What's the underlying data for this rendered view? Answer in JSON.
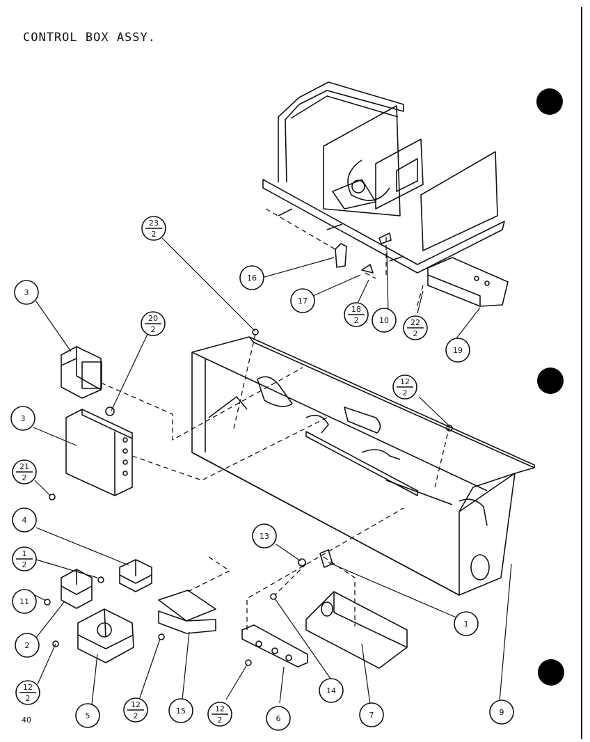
{
  "title": "CONTROL BOX ASSY.",
  "page_number": "40",
  "callouts": [
    {
      "id": "c-3a",
      "label": "3"
    },
    {
      "id": "c-20-2",
      "num": "20",
      "den": "2"
    },
    {
      "id": "c-3b",
      "label": "3"
    },
    {
      "id": "c-21-2",
      "num": "21",
      "den": "2"
    },
    {
      "id": "c-4",
      "label": "4"
    },
    {
      "id": "c-1-2",
      "num": "1",
      "den": "2"
    },
    {
      "id": "c-11",
      "label": "11"
    },
    {
      "id": "c-2",
      "label": "2"
    },
    {
      "id": "c-12-2a",
      "num": "12",
      "den": "2"
    },
    {
      "id": "c-5",
      "label": "5"
    },
    {
      "id": "c-12-2b",
      "num": "12",
      "den": "2"
    },
    {
      "id": "c-15",
      "label": "15"
    },
    {
      "id": "c-12-2c",
      "num": "12",
      "den": "2"
    },
    {
      "id": "c-6",
      "label": "6"
    },
    {
      "id": "c-13",
      "label": "13"
    },
    {
      "id": "c-14",
      "label": "14"
    },
    {
      "id": "c-7",
      "label": "7"
    },
    {
      "id": "c-9",
      "label": "9"
    },
    {
      "id": "c-1",
      "label": "1"
    },
    {
      "id": "c-12-2d",
      "num": "12",
      "den": "2"
    },
    {
      "id": "c-23-2",
      "num": "23",
      "den": "2"
    },
    {
      "id": "c-16",
      "label": "16"
    },
    {
      "id": "c-17",
      "label": "17"
    },
    {
      "id": "c-18-2",
      "num": "18",
      "den": "2"
    },
    {
      "id": "c-10",
      "label": "10"
    },
    {
      "id": "c-22-2",
      "num": "22",
      "den": "2"
    },
    {
      "id": "c-19",
      "label": "19"
    }
  ]
}
